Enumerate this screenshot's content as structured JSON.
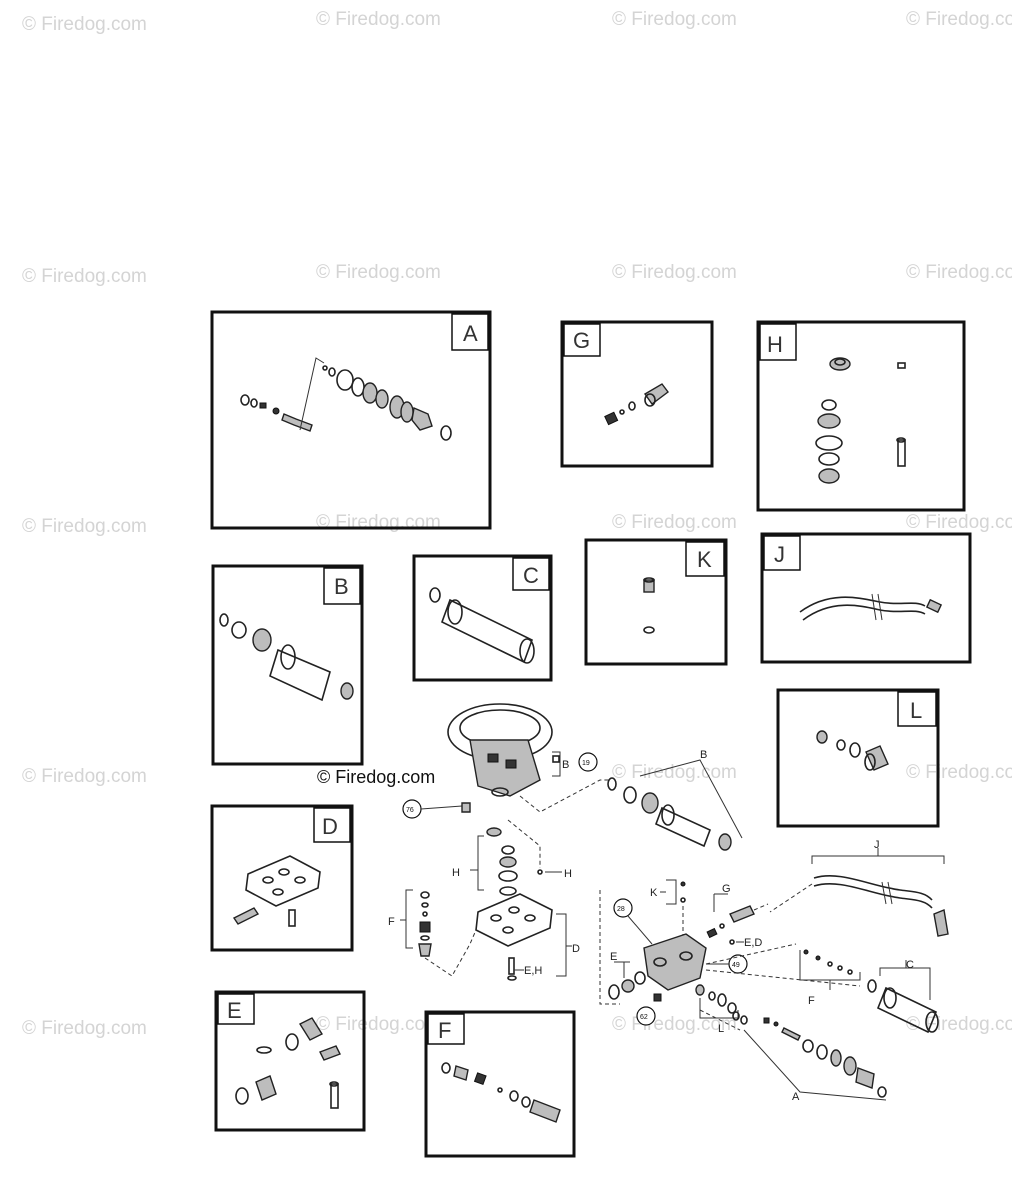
{
  "watermark": "© Firedog.com",
  "copyright": "© Firedog.com",
  "panels": [
    {
      "id": "A",
      "label": "A"
    },
    {
      "id": "G",
      "label": "G"
    },
    {
      "id": "H",
      "label": "H"
    },
    {
      "id": "B",
      "label": "B"
    },
    {
      "id": "C",
      "label": "C"
    },
    {
      "id": "K",
      "label": "K"
    },
    {
      "id": "J",
      "label": "J"
    },
    {
      "id": "L",
      "label": "L"
    },
    {
      "id": "D",
      "label": "D"
    },
    {
      "id": "E",
      "label": "E"
    },
    {
      "id": "F",
      "label": "F"
    }
  ],
  "callouts": {
    "c19": "19",
    "c76": "76",
    "c28": "28",
    "c49": "49",
    "c62": "62"
  },
  "annotations": {
    "b_top": "B",
    "b_left": "B",
    "h_left": "H",
    "h_right": "H",
    "d_right": "D",
    "e_h": "E,H",
    "f_left": "F",
    "j_top": "J",
    "k_left": "K",
    "g_mid": "G",
    "e_d": "E,D",
    "e_mid": "E",
    "l_mid": "L",
    "f_mid": "F",
    "c_right": "C",
    "a_bottom": "A"
  }
}
